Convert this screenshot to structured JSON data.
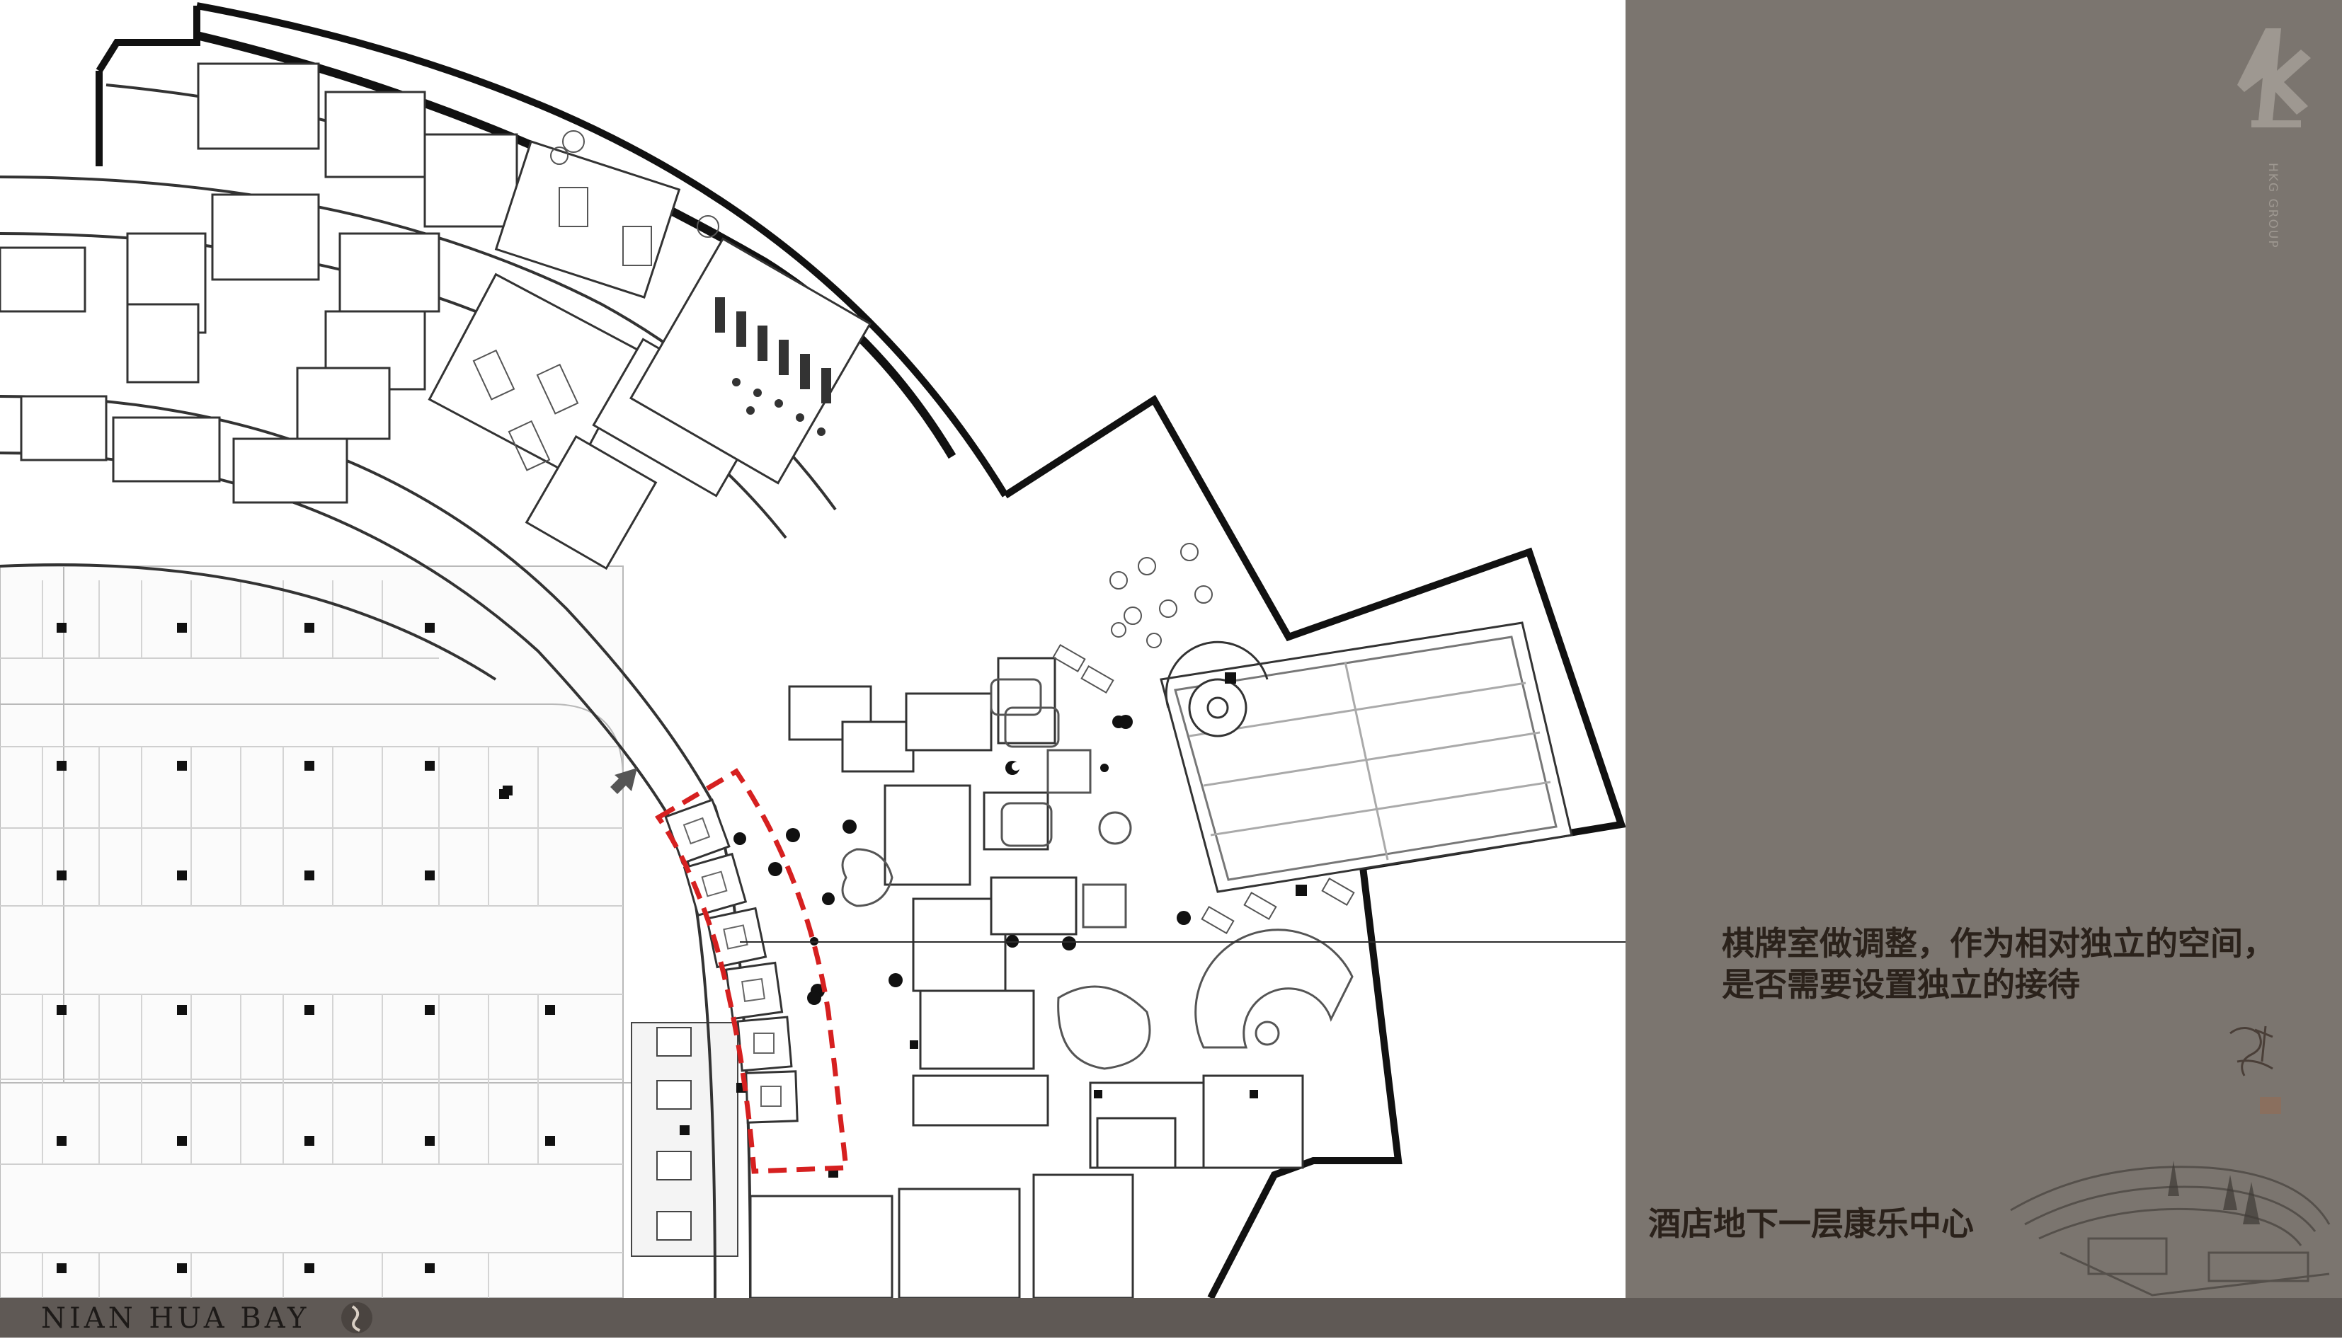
{
  "footer": {
    "brand_text": "NIAN HUA BAY",
    "emblem_icon": "calligraphy-emblem-icon"
  },
  "panel": {
    "logo_icon": "hkg-group-logo-icon",
    "brand_vertical": "HKG GROUP",
    "seal_icon": "calligraphy-seal-icon",
    "sketch_icon": "building-sketch-icon",
    "background_color": "#7b756f"
  },
  "annotation": {
    "line1": "棋牌室做调整，作为相对独立的空间，",
    "line2": "是否需要设置独立的接待"
  },
  "area_title": "酒店地下一层康乐中心",
  "colors": {
    "highlight": "#d62020",
    "wall": "#111111",
    "footer": "#5f5955"
  }
}
